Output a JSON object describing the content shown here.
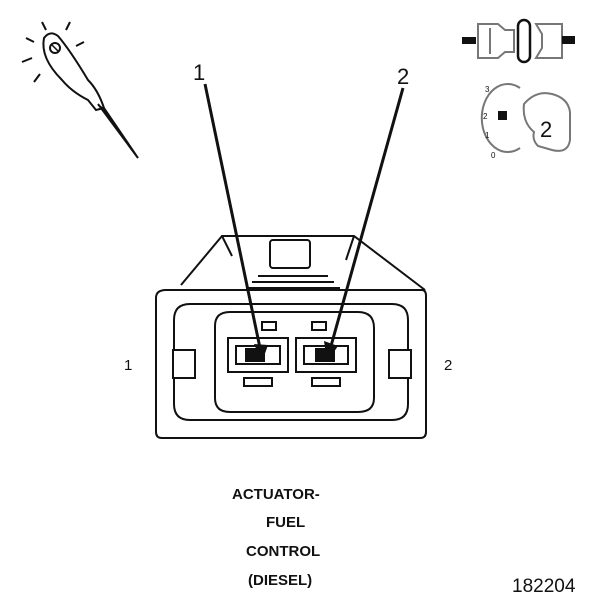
{
  "callouts": {
    "pin_1": "1",
    "pin_2": "2"
  },
  "side_labels": {
    "left": "1",
    "right": "2"
  },
  "inset_position": {
    "scale": [
      "3",
      "2",
      "1",
      "0"
    ],
    "value": "2"
  },
  "caption": {
    "line1": "ACTUATOR-",
    "line2": "FUEL",
    "line3": "CONTROL",
    "line4": "(DIESEL)"
  },
  "figure_number": "182204",
  "icons": {
    "probe": "test-probe-icon",
    "connector_separated": "connector-disconnected-icon",
    "position_dial": "lock-position-icon"
  }
}
